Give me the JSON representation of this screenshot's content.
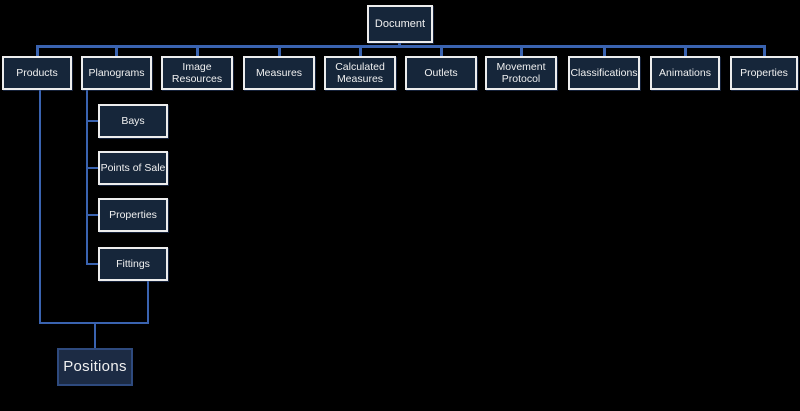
{
  "diagram": {
    "colors": {
      "background": "#000000",
      "connector": "#3A63B0",
      "node_fill": "#16263A",
      "node_border": "#EDEDED",
      "node_text": "#F0F0F0",
      "positions_fill": "#1C2B44",
      "positions_border": "#2E4A7E"
    },
    "root": {
      "label": "Document"
    },
    "level1": [
      {
        "label": "Products"
      },
      {
        "label": "Planograms"
      },
      {
        "label": "Image Resources"
      },
      {
        "label": "Measures"
      },
      {
        "label": "Calculated Measures"
      },
      {
        "label": "Outlets"
      },
      {
        "label": "Movement Protocol"
      },
      {
        "label": "Classifications"
      },
      {
        "label": "Animations"
      },
      {
        "label": "Properties"
      }
    ],
    "planograms_children": [
      {
        "label": "Bays"
      },
      {
        "label": "Points of Sale"
      },
      {
        "label": "Properties"
      },
      {
        "label": "Fittings"
      }
    ],
    "positions": {
      "label": "Positions"
    }
  }
}
